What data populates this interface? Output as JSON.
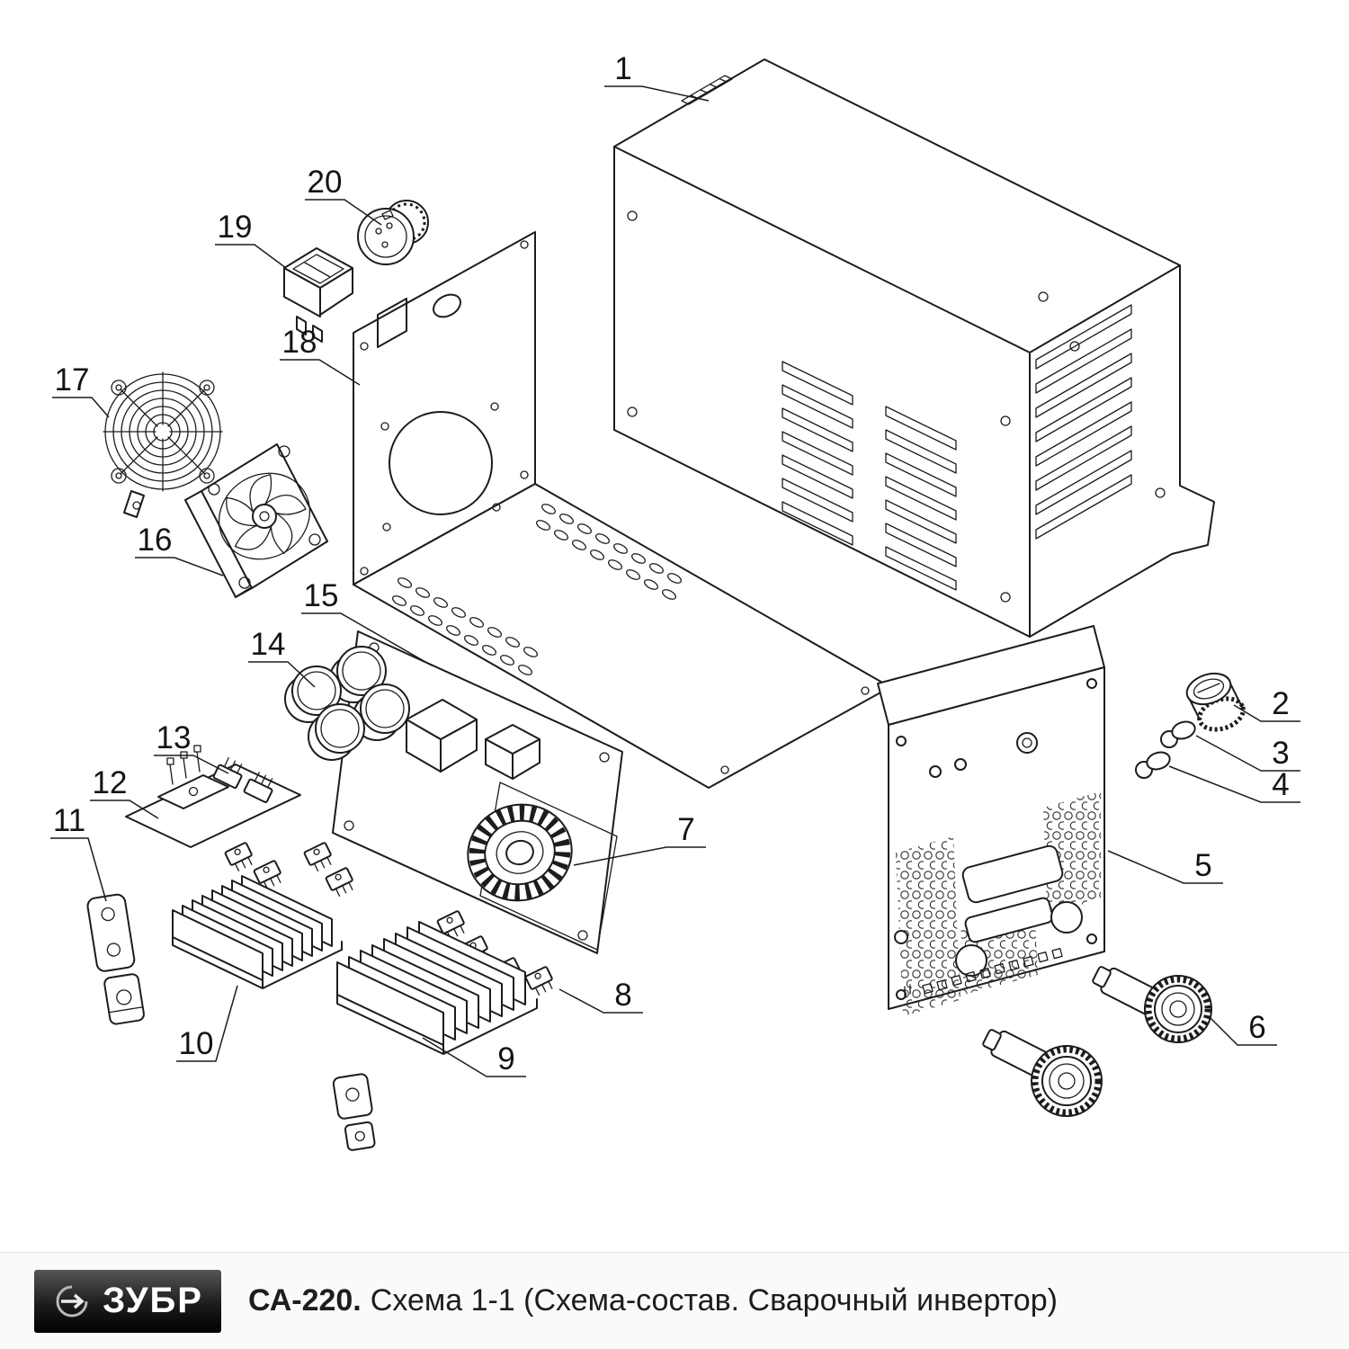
{
  "diagram": {
    "parts": [
      {
        "num": "1"
      },
      {
        "num": "2"
      },
      {
        "num": "3"
      },
      {
        "num": "4"
      },
      {
        "num": "5"
      },
      {
        "num": "6"
      },
      {
        "num": "7"
      },
      {
        "num": "8"
      },
      {
        "num": "9"
      },
      {
        "num": "10"
      },
      {
        "num": "11"
      },
      {
        "num": "12"
      },
      {
        "num": "13"
      },
      {
        "num": "14"
      },
      {
        "num": "15"
      },
      {
        "num": "16"
      },
      {
        "num": "17"
      },
      {
        "num": "18"
      },
      {
        "num": "19"
      },
      {
        "num": "20"
      }
    ]
  },
  "footer": {
    "logo_text": "ЗУБР",
    "model": "СА-220.",
    "caption": "Схема 1-1 (Схема-состав. Сварочный инвертор)"
  }
}
